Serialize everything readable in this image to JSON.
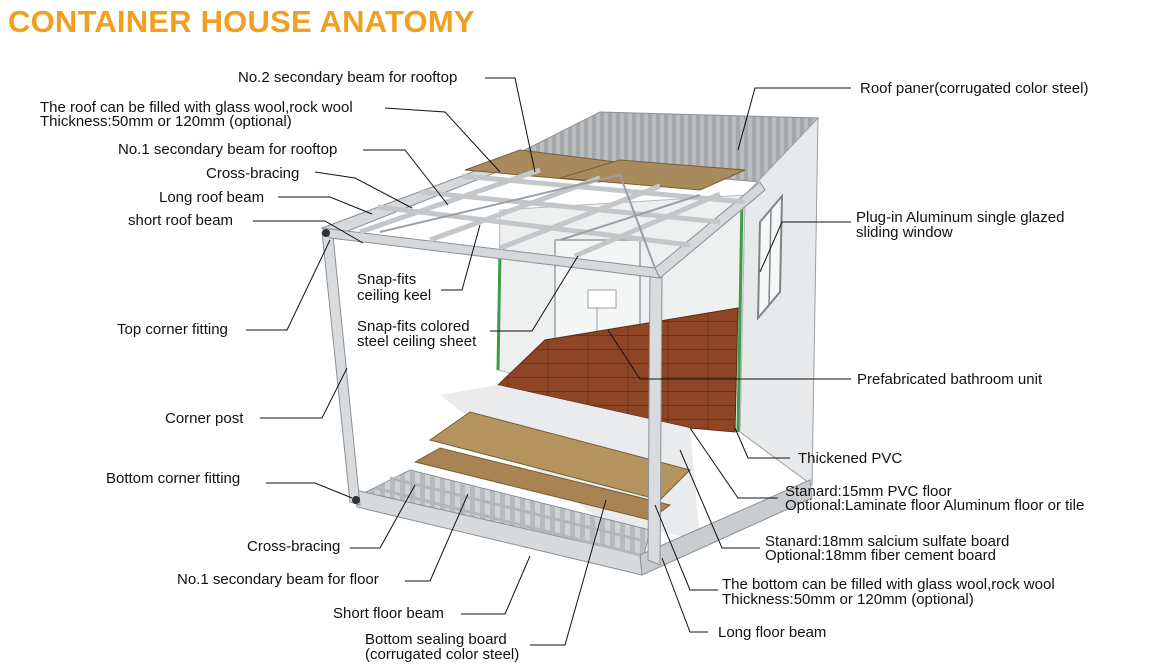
{
  "title": "CONTAINER HOUSE ANATOMY",
  "colors": {
    "title": "#f0a020",
    "steel": "#cfd3d6",
    "wood": "#a8865a",
    "floor": "#8a3f22"
  },
  "labels": {
    "no2_roof_beam": "No.2 secondary beam for rooftop",
    "roof_fill_1": "The roof can be filled with glass wool,rock wool",
    "roof_fill_2": "Thickness:50mm or 120mm (optional)",
    "no1_roof_beam": "No.1 secondary beam for rooftop",
    "cross_bracing_top": "Cross-bracing",
    "long_roof_beam": "Long roof beam",
    "short_roof_beam": "short roof beam",
    "snap_keel_1": "Snap-fits",
    "snap_keel_2": "ceiling keel",
    "top_corner": "Top corner fitting",
    "snap_sheet_1": "Snap-fits colored",
    "snap_sheet_2": "steel ceiling sheet",
    "corner_post": "Corner post",
    "bottom_corner": "Bottom corner fitting",
    "cross_bracing_bottom": "Cross-bracing",
    "no1_floor_beam": "No.1 secondary beam for floor",
    "short_floor_beam": "Short floor beam",
    "sealing_1": "Bottom sealing board",
    "sealing_2": "(corrugated color steel)",
    "roof_panel": "Roof paner(corrugated color steel)",
    "window_1": "Plug-in Aluminum single glazed",
    "window_2": "sliding window",
    "bathroom": "Prefabricated bathroom unit",
    "pvc": "Thickened PVC",
    "pvc_floor_1": "Stanard:15mm PVC floor",
    "pvc_floor_2": "Optional:Laminate floor Aluminum floor or tile",
    "board_1": "Stanard:18mm salcium sulfate board",
    "board_2": "Optional:18mm fiber cement board",
    "bottom_fill_1": "The bottom can be filled with glass wool,rock wool",
    "bottom_fill_2": "Thickness:50mm or 120mm (optional)",
    "long_floor_beam": "Long floor beam"
  }
}
